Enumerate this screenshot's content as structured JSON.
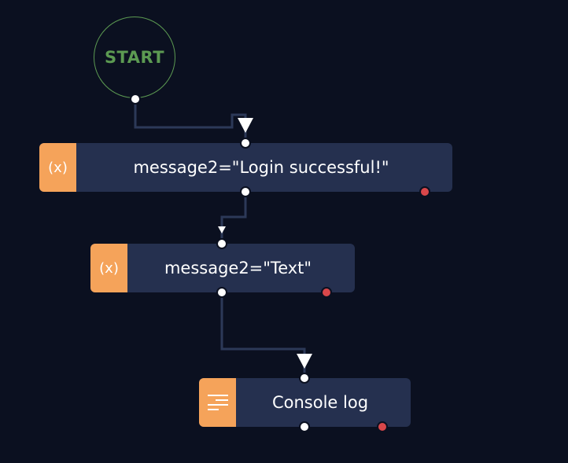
{
  "canvas": {
    "background": "#0b1020",
    "connector_color": "#2c3958",
    "port_color": "#ffffff",
    "error_port_color": "#d9474a"
  },
  "start": {
    "label": "START",
    "color": "#5c9a52"
  },
  "nodes": [
    {
      "id": "set-variable-1",
      "icon": "variable-icon",
      "icon_text": "(x)",
      "label": "message2=\"Login successful!\"",
      "accent": "#f5a35a"
    },
    {
      "id": "set-variable-2",
      "icon": "variable-icon",
      "icon_text": "(x)",
      "label": "message2=\"Text\"",
      "accent": "#f5a35a"
    },
    {
      "id": "console-log",
      "icon": "text-lines-icon",
      "icon_text": "",
      "label": "Console log",
      "accent": "#f5a35a"
    }
  ]
}
